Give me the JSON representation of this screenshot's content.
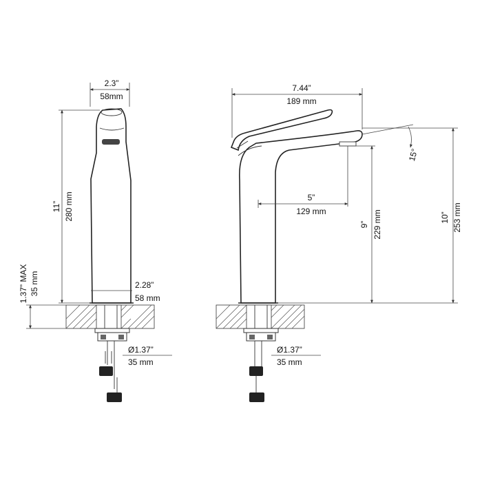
{
  "side_view": {
    "top_width_in": "2.3”",
    "top_width_mm": "58mm",
    "height_in": "11”",
    "height_mm": "280 mm",
    "max_deck_in": "1.37” MAX",
    "max_deck_mm": "35 mm",
    "base_width_in": "2.28”",
    "base_width_mm": "58 mm",
    "hole_dia_in": "Ø1.37”",
    "hole_dia_mm": "35 mm"
  },
  "front_view": {
    "spout_length_in": "7.44”",
    "spout_length_mm": "189 mm",
    "reach_in": "5”",
    "reach_mm": "129 mm",
    "spout_height_in": "9”",
    "spout_height_mm": "229 mm",
    "total_height_in": "10”",
    "total_height_mm": "253 mm",
    "angle": "15°",
    "hole_dia_in": "Ø1.37”",
    "hole_dia_mm": "35 mm"
  }
}
